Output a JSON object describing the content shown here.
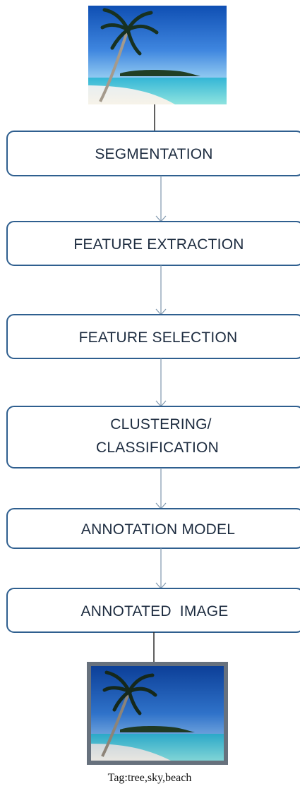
{
  "input_image": {
    "icon": "beach-palm-photo"
  },
  "steps": [
    {
      "lines": [
        "SEGMENTATION"
      ]
    },
    {
      "lines": [
        "FEATURE EXTRACTION"
      ]
    },
    {
      "lines": [
        "FEATURE SELECTION"
      ]
    },
    {
      "lines": [
        "CLUSTERING/",
        "CLASSIFICATION"
      ]
    },
    {
      "lines": [
        "ANNOTATION MODEL"
      ]
    },
    {
      "lines": [
        "ANNOTATED  IMAGE"
      ]
    }
  ],
  "output_image": {
    "icon": "beach-palm-photo"
  },
  "caption": "Tag:tree,sky,beach",
  "colors": {
    "box_border": "#2f5f8f",
    "arrow": "#7f97ad",
    "connector": "#2b2b2b"
  }
}
